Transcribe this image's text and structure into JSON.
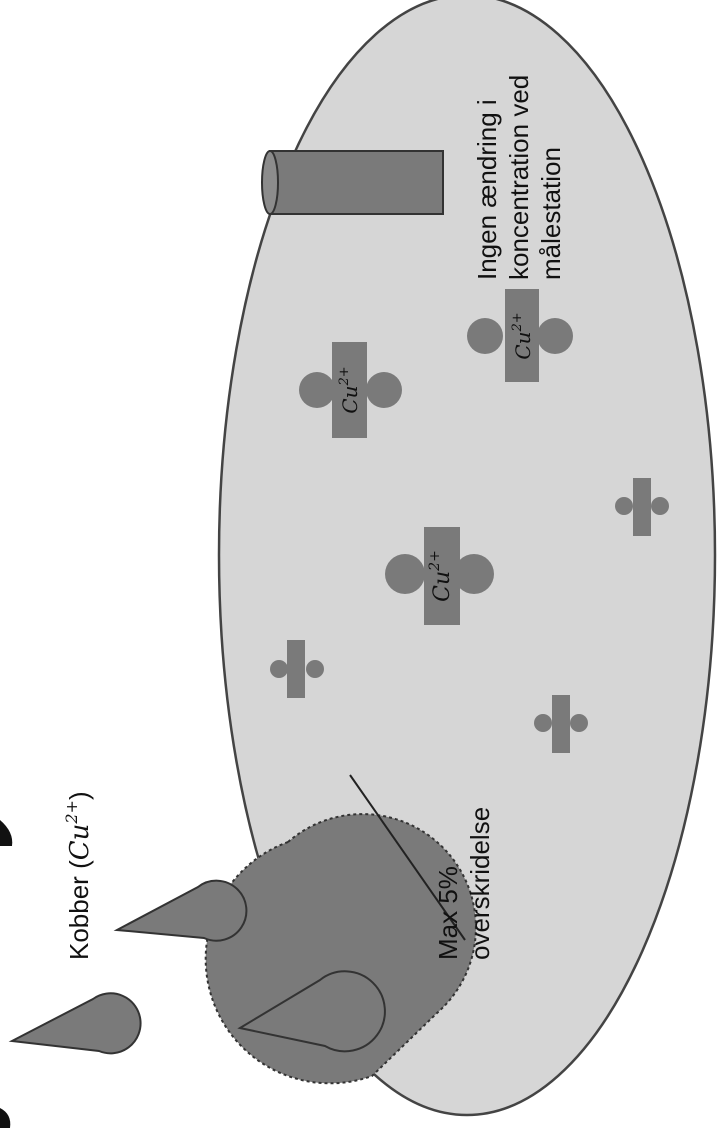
{
  "colors": {
    "background": "#ffffff",
    "lake_fill": "#d6d6d6",
    "lake_stroke": "#444444",
    "element_fill": "#7a7a7a",
    "element_stroke": "#333333",
    "text": "#111111"
  },
  "labels": {
    "copper_prefix": "Kobber (",
    "copper_ion": "Cu",
    "copper_charge": "2+",
    "copper_suffix": ")",
    "overshoot_line1": "Max 5%",
    "overshoot_line2": "overskridelse",
    "station_line1": "Ingen ændring i",
    "station_line2": "koncentration ved",
    "station_line3": "målestation"
  },
  "ion_badges": [
    {
      "symbol": "Cu",
      "charge": "2+"
    },
    {
      "symbol": "Cu",
      "charge": "2+"
    },
    {
      "symbol": "Cu",
      "charge": "2+"
    }
  ],
  "icons": [
    "droplet-icon",
    "measuring-station-icon",
    "mixing-zone-icon",
    "small-ion-icon"
  ]
}
